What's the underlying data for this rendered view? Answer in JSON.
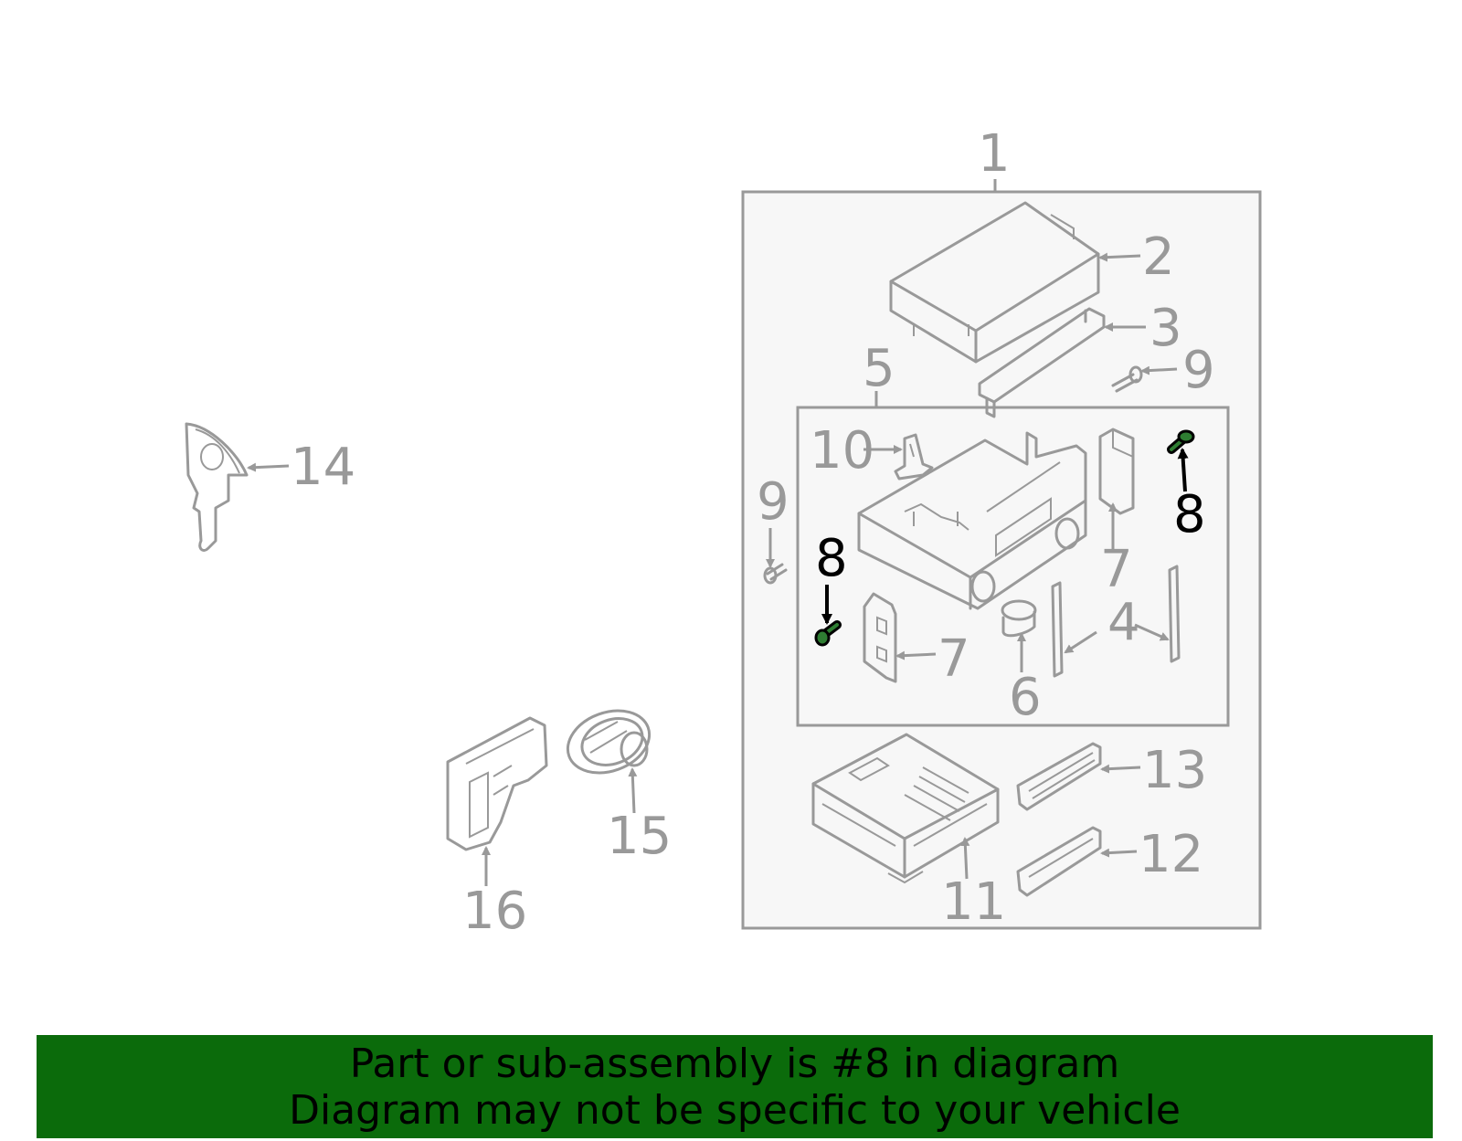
{
  "colors": {
    "part_gray": "#999999",
    "highlight": "#000000",
    "highlight_part_fill": "#2e7d32",
    "banner_bg": "#0b6b0b",
    "box_fill": "#f7f7f7"
  },
  "callouts": {
    "c1": "1",
    "c2": "2",
    "c3": "3",
    "c4": "4",
    "c5": "5",
    "c6": "6",
    "c7a": "7",
    "c7b": "7",
    "c8a": "8",
    "c8b": "8",
    "c9a": "9",
    "c9b": "9",
    "c10": "10",
    "c11": "11",
    "c12": "12",
    "c13": "13",
    "c14": "14",
    "c15": "15",
    "c16": "16"
  },
  "highlighted_part": "8",
  "banner": {
    "line1": "Part or sub-assembly is #8 in diagram",
    "line2": "Diagram may not be specific to your vehicle"
  }
}
